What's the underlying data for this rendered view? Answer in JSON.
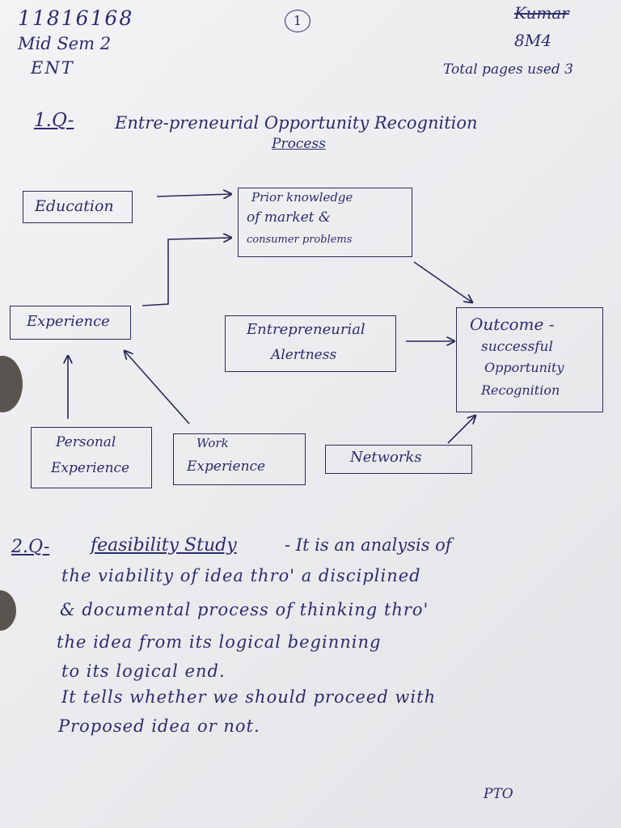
{
  "header": {
    "roll_no": "11816168",
    "exam": "Mid Sem 2",
    "subject": "ENT",
    "page_mark": "1",
    "name": "Kumar",
    "section": "8M4",
    "total_pages": "Total pages used 3"
  },
  "q1": {
    "number": "1.Q-",
    "title_line1": "Entre-preneurial Opportunity Recognition",
    "title_line2": "Process",
    "boxes": {
      "education": "Education",
      "prior_line1": "Prior knowledge",
      "prior_line2": "of market &",
      "prior_line3": "consumer problems",
      "experience": "Experience",
      "alertness_line1": "Entrepreneurial",
      "alertness_line2": "Alertness",
      "outcome_line1": "Outcome -",
      "outcome_line2": "successful",
      "outcome_line3": "Opportunity",
      "outcome_line4": "Recognition",
      "personal_line1": "Personal",
      "personal_line2": "Experience",
      "work_line1": "Work",
      "work_line2": "Experience",
      "networks": "Networks"
    }
  },
  "q2": {
    "number": "2.Q-",
    "heading": "feasibility Study",
    "line1": "- It is an analysis of",
    "line2": "the viability of idea thro' a disciplined",
    "line3": "& documental process of thinking thro'",
    "line4": "the idea from its logical beginning",
    "line5": "to its logical end.",
    "line6": "It tells whether we should proceed with",
    "line7": "Proposed idea or not."
  },
  "footer": {
    "pto": "PTO"
  },
  "colors": {
    "ink": "#2c2c6e",
    "paper": "#ececef"
  }
}
